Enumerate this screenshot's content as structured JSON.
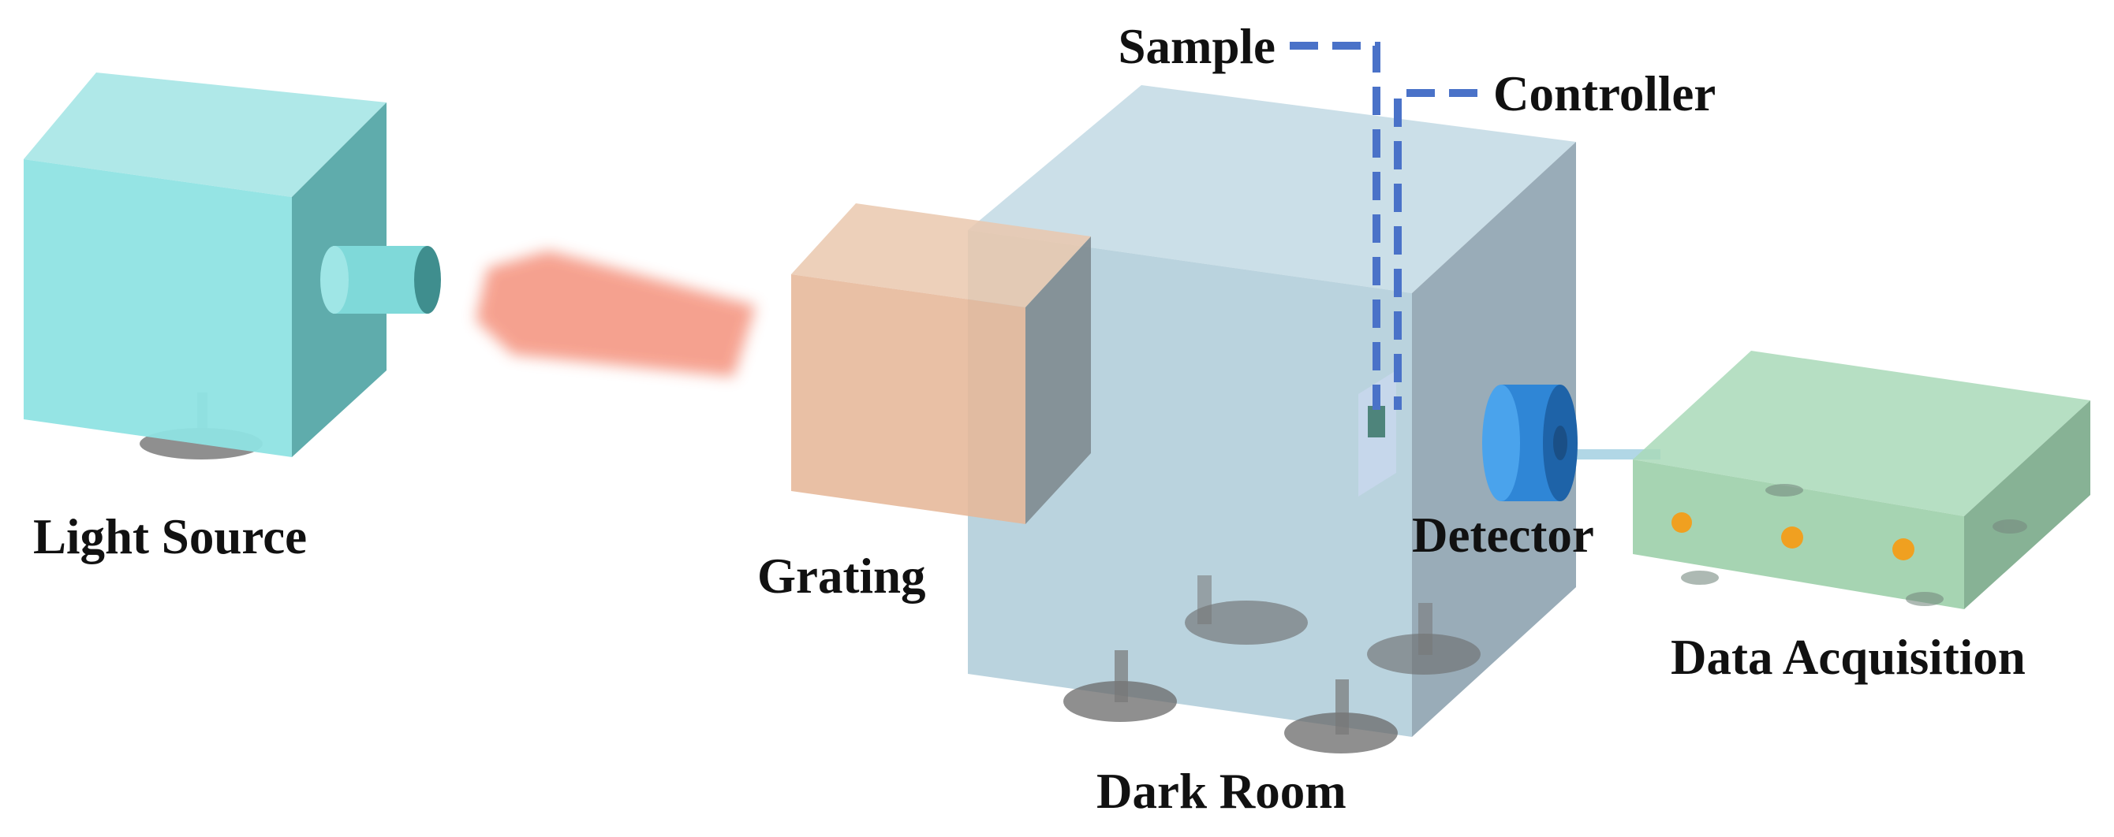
{
  "labels": {
    "light_source": "Light Source",
    "grating": "Grating",
    "sample": "Sample",
    "controller": "Controller",
    "dark_room": "Dark Room",
    "detector": "Detector",
    "data_acquisition": "Data Acquisition"
  },
  "colors": {
    "light_source_body": "#8fdcdc",
    "light_beam": "#f59a86",
    "grating": "#e6b798",
    "dark_room": "#a9c8d6",
    "detector": "#2f86d6",
    "data_acquisition": "#9ccfaa",
    "connection_lines": "#4a72c8",
    "indicator_lights": "#f0a020",
    "feet": "#6a6a6a"
  }
}
